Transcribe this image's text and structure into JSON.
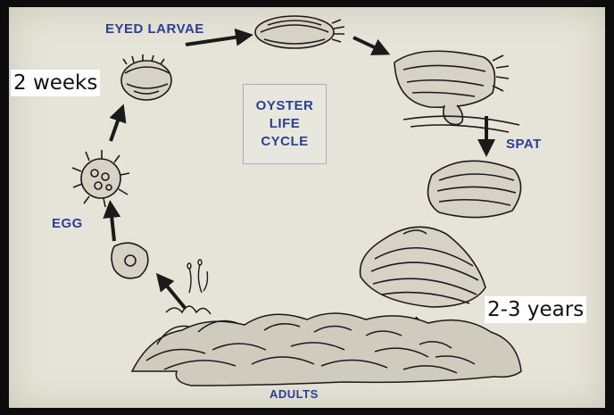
{
  "diagram": {
    "title_lines": [
      "OYSTER",
      "LIFE",
      "CYCLE"
    ],
    "stages": {
      "eyed_larvae": "EYED LARVAE",
      "spat": "SPAT",
      "egg": "EGG",
      "adults": "ADULTS"
    },
    "annotations": {
      "two_weeks": "2 weeks",
      "two_three_years": "2-3 years"
    },
    "colors": {
      "label_text": "#2b3f93",
      "background": "#e6e4d8",
      "frame": "#0c0c0c",
      "ink": "#1a1a1a"
    }
  }
}
